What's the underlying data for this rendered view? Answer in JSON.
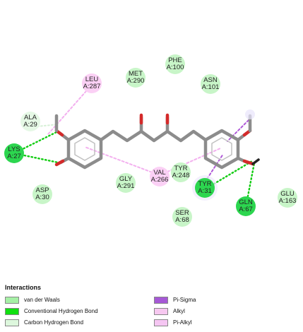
{
  "residues": [
    {
      "name": "LEU",
      "id": "A:287",
      "type": "alkyl",
      "color": "#fbd0f5"
    },
    {
      "name": "MET",
      "id": "A:290",
      "type": "vdw",
      "color": "#c8f5c8"
    },
    {
      "name": "PHE",
      "id": "A:100",
      "type": "vdw",
      "color": "#c8f5c8"
    },
    {
      "name": "ASN",
      "id": "A:101",
      "type": "vdw",
      "color": "#c8f5c8"
    },
    {
      "name": "ALA",
      "id": "A:29",
      "type": "carbon_hbond",
      "color": "#e5f8e5"
    },
    {
      "name": "LYS",
      "id": "A:27",
      "type": "conv_hbond",
      "color": "#2cd64f"
    },
    {
      "name": "ASP",
      "id": "A:30",
      "type": "vdw",
      "color": "#c8f5c8"
    },
    {
      "name": "GLY",
      "id": "A:291",
      "type": "vdw",
      "color": "#c8f5c8"
    },
    {
      "name": "VAL",
      "id": "A:266",
      "type": "alkyl",
      "color": "#fbd0f5"
    },
    {
      "name": "TYR",
      "id": "A:248",
      "type": "vdw",
      "color": "#c8f5c8"
    },
    {
      "name": "TYR",
      "id": "A:31",
      "type": "conv_hbond",
      "color": "#2cd64f"
    },
    {
      "name": "SER",
      "id": "A:68",
      "type": "vdw",
      "color": "#c8f5c8"
    },
    {
      "name": "GLN",
      "id": "A:67",
      "type": "conv_hbond",
      "color": "#2cd64f"
    },
    {
      "name": "GLU",
      "id": "A:163",
      "type": "vdw",
      "color": "#c8f5c8"
    }
  ],
  "legend": {
    "title": "Interactions",
    "items": [
      {
        "label": "van der Waals",
        "color": "#a6f0a6"
      },
      {
        "label": "Conventional Hydrogen Bond",
        "color": "#11e011"
      },
      {
        "label": "Carbon Hydrogen Bond",
        "color": "#ddf7dd"
      },
      {
        "label": "Pi-Sigma",
        "color": "#a658d6"
      },
      {
        "label": "Alkyl",
        "color": "#f7c8f0"
      },
      {
        "label": "Pi-Alkyl",
        "color": "#f5c6f2"
      }
    ]
  },
  "colors": {
    "bond": "#8c8c8c",
    "oxygen": "#d42a2a",
    "hbond_line": "#11cc11",
    "alkyl_line": "#f3b0ef",
    "pi_sigma_line": "#b05ad8",
    "carbon_hbond_line": "#d6f0d6"
  }
}
